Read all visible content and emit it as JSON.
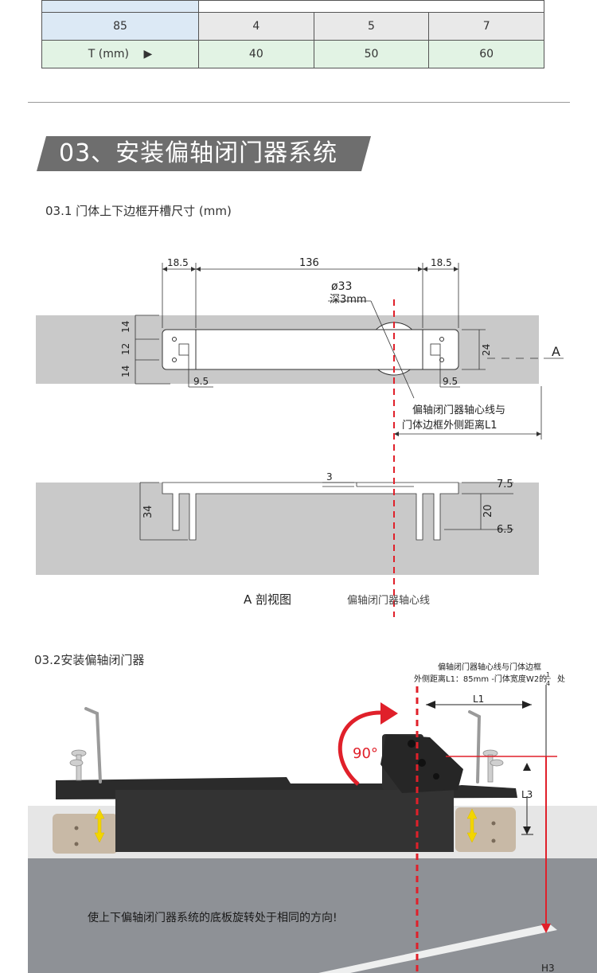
{
  "spec_table": {
    "row_partial": [
      "",
      ""
    ],
    "row_85": {
      "label": "85",
      "values": [
        "4",
        "5",
        "7"
      ]
    },
    "row_t": {
      "label": "T (mm)",
      "arrow": "▶",
      "values": [
        "40",
        "50",
        "60"
      ]
    }
  },
  "section": {
    "title": "03、安装偏轴闭门器系统"
  },
  "sub1": {
    "title": "03.1 门体上下边框开槽尺寸 (mm)",
    "dims": {
      "d18_5_left": "18.5",
      "d136": "136",
      "d18_5_right": "18.5",
      "phi33": "ø33",
      "depth": "深3mm",
      "d14_top": "14",
      "d12": "12",
      "d14_bottom": "14",
      "d24": "24",
      "d9_5_left": "9.5",
      "d9_5_right": "9.5",
      "a_label": "A",
      "note_line1": "偏轴闭门器轴心线与",
      "note_line2": "门体边框外侧距离L1",
      "d3": "3",
      "d7_5": "7.5",
      "d20": "20",
      "d6_5": "6.5",
      "d34": "34"
    },
    "caption_section": "A 剖视图",
    "caption_axis": "偏轴闭门器轴心线"
  },
  "sub2": {
    "title": "03.2安装偏轴闭门器",
    "note_line1": "偏轴闭门器轴心线与门体边框",
    "note_line2": "外侧距离L1：85mm -门体宽度W2的",
    "frac_num": "1",
    "frac_den": "4",
    "note_suffix": "处",
    "label_l1": "L1",
    "label_l3": "L3",
    "label_h3": "H3",
    "angle": "90°",
    "instruction": "使上下偏轴闭门器系统的底板旋转处于相同的方向!"
  },
  "colors": {
    "red_axis": "#e0202a",
    "banner": "#6e6e6e",
    "blue_header": "#dce9f5",
    "green_row": "#e2f3e4",
    "arrow_yellow": "#f2d500"
  }
}
